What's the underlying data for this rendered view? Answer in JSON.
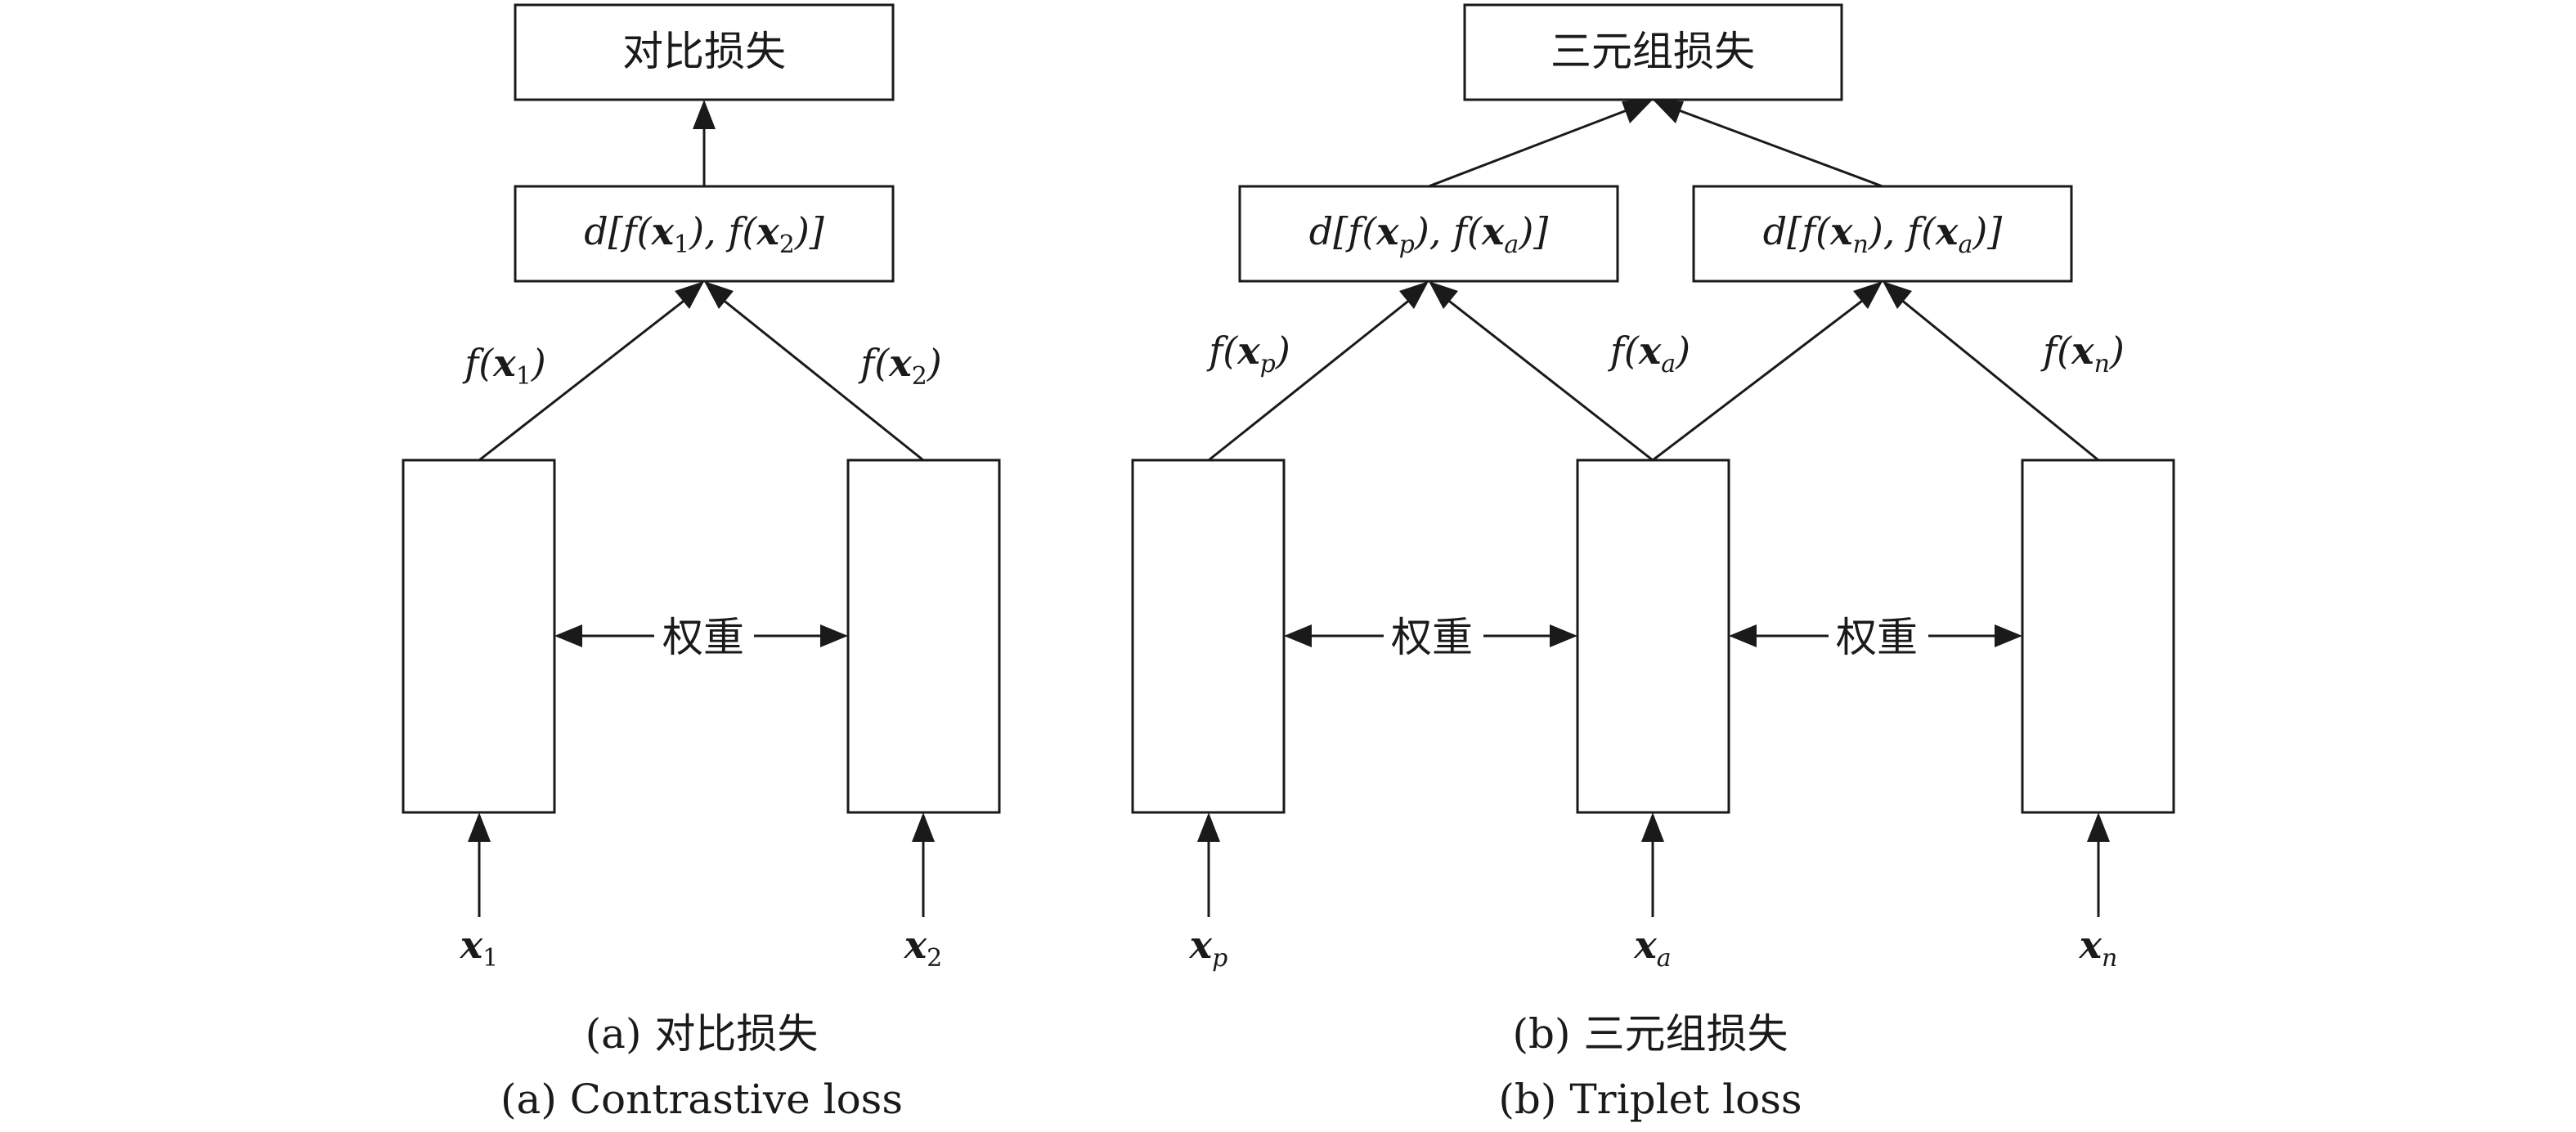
{
  "panel_a": {
    "loss_box": "对比损失",
    "distance_box": {
      "pre": "d[f(",
      "x": "x",
      "s1": "1",
      "mid": "), f(",
      "s2": "2",
      "post": ")]"
    },
    "embed_left": {
      "pre": "f(",
      "x": "x",
      "sub": "1",
      "post": ")"
    },
    "embed_right": {
      "pre": "f(",
      "x": "x",
      "sub": "2",
      "post": ")"
    },
    "weight_label": "权重",
    "input_left": {
      "x": "x",
      "sub": "1"
    },
    "input_right": {
      "x": "x",
      "sub": "2"
    },
    "caption_cn": "(a) 对比损失",
    "caption_en": "(a) Contrastive loss"
  },
  "panel_b": {
    "loss_box": "三元组损失",
    "distance_pa": {
      "pre": "d[f(",
      "x": "x",
      "s1": "p",
      "mid": "), f(",
      "s2": "a",
      "post": ")]"
    },
    "distance_na": {
      "pre": "d[f(",
      "x": "x",
      "s1": "n",
      "mid": "), f(",
      "s2": "a",
      "post": ")]"
    },
    "embed_p": {
      "pre": "f(",
      "x": "x",
      "sub": "p",
      "post": ")"
    },
    "embed_a": {
      "pre": "f(",
      "x": "x",
      "sub": "a",
      "post": ")"
    },
    "embed_n": {
      "pre": "f(",
      "x": "x",
      "sub": "n",
      "post": ")"
    },
    "weight_label_1": "权重",
    "weight_label_2": "权重",
    "input_p": {
      "x": "x",
      "sub": "p"
    },
    "input_a": {
      "x": "x",
      "sub": "a"
    },
    "input_n": {
      "x": "x",
      "sub": "n"
    },
    "caption_cn": "(b) 三元组损失",
    "caption_en": "(b) Triplet loss"
  }
}
